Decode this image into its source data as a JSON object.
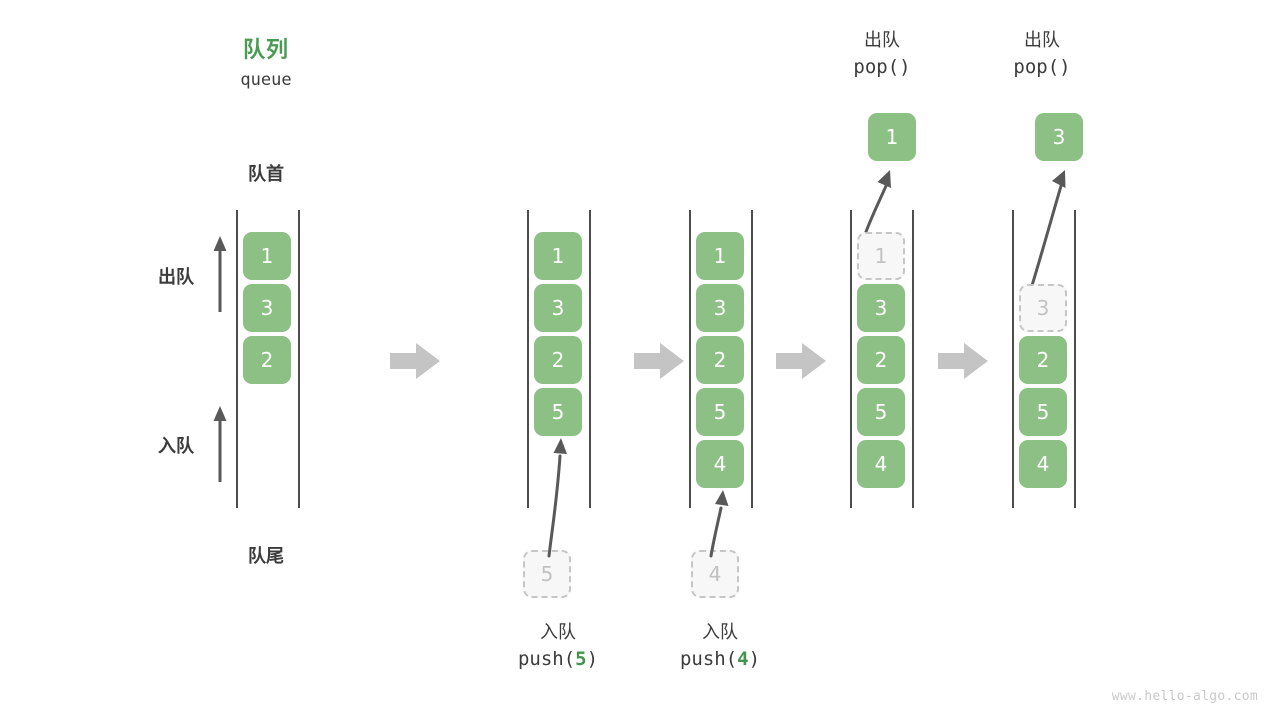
{
  "diagram": {
    "title_cn": "队列",
    "title_en": "queue",
    "front_label": "队首",
    "rear_label": "队尾",
    "dequeue_axis_label": "出队",
    "enqueue_axis_label": "入队",
    "watermark": "www.hello-algo.com",
    "colors": {
      "cell_fill": "#8cc084",
      "cell_text": "#ffffff",
      "ghost_fill": "#f7f7f7",
      "ghost_border": "#c6c6c6",
      "ghost_text": "#c2c2c2",
      "rail": "#4d4d4d",
      "accent_green": "#4a9b52",
      "code_value_green": "#45944b",
      "arrow_gray": "#595959",
      "separator_gray": "#c4c4c4",
      "text": "#3c3c3c",
      "watermark": "#c9c9c9",
      "background": "#ffffff"
    },
    "steps": [
      {
        "id": "initial",
        "cells": [
          "1",
          "3",
          "2"
        ],
        "ghost_index": null,
        "popped_value": null,
        "op_cn": null,
        "op_code": null,
        "op_code_prefix": null,
        "op_code_value": null,
        "op_code_suffix": null,
        "incoming_value": null
      },
      {
        "id": "push-5",
        "cells": [
          "1",
          "3",
          "2",
          "5"
        ],
        "ghost_index": null,
        "popped_value": null,
        "op_cn": "入队",
        "op_code_prefix": "push(",
        "op_code_value": "5",
        "op_code_suffix": ")",
        "incoming_value": "5"
      },
      {
        "id": "push-4",
        "cells": [
          "1",
          "3",
          "2",
          "5",
          "4"
        ],
        "ghost_index": null,
        "popped_value": null,
        "op_cn": "入队",
        "op_code_prefix": "push(",
        "op_code_value": "4",
        "op_code_suffix": ")",
        "incoming_value": "4"
      },
      {
        "id": "pop-1",
        "cells": [
          "1",
          "3",
          "2",
          "5",
          "4"
        ],
        "ghost_index": 0,
        "popped_value": "1",
        "op_cn": "出队",
        "op_code_prefix": "pop(",
        "op_code_value": "",
        "op_code_suffix": ")",
        "incoming_value": null
      },
      {
        "id": "pop-3",
        "cells": [
          "3",
          "2",
          "5",
          "4"
        ],
        "ghost_index": 0,
        "popped_value": "3",
        "op_cn": "出队",
        "op_code_prefix": "pop(",
        "op_code_value": "",
        "op_code_suffix": ")",
        "incoming_value": null
      }
    ]
  }
}
